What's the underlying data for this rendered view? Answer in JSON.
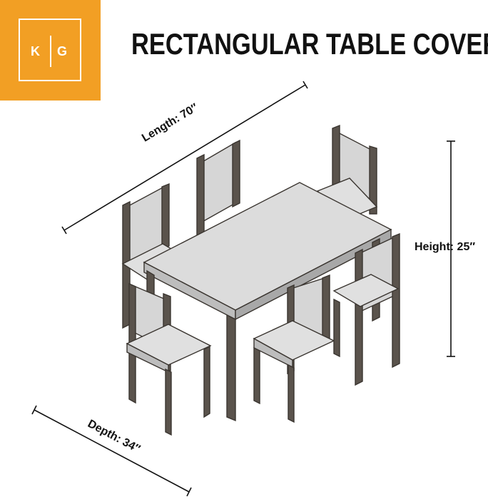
{
  "logo": {
    "left_letter": "K",
    "right_letter": "G",
    "color": "#F29F24"
  },
  "title": "RECTANGULAR TABLE COVER",
  "dimensions": {
    "length": "Length: 70″",
    "height": "Height: 25″",
    "depth": "Depth: 34″"
  }
}
